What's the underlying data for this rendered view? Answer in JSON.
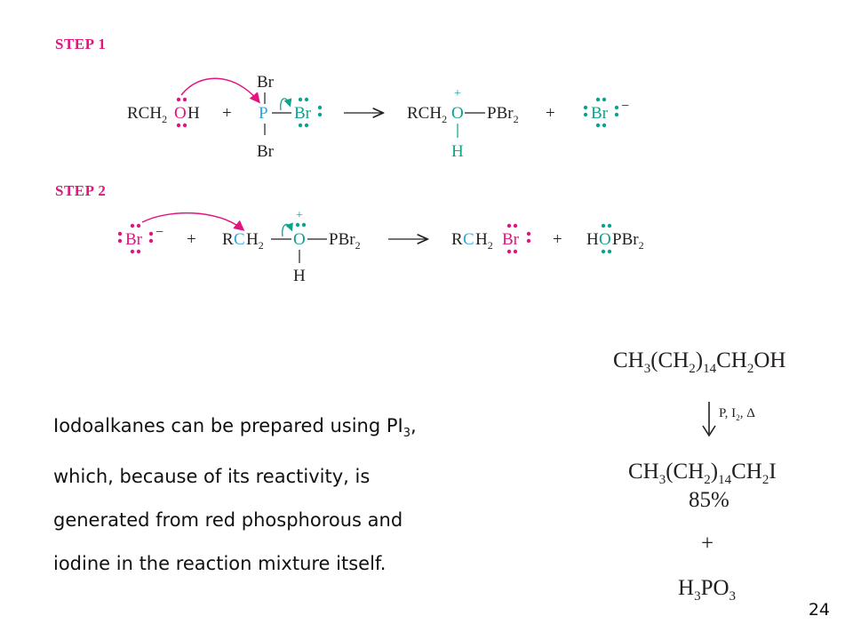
{
  "steps": {
    "step1_label": "STEP 1",
    "step2_label": "STEP 2"
  },
  "text_block": {
    "line1_pre": "Iodoalkanes can be prepared using PI",
    "line1_sub": "3",
    "line1_post": ",",
    "line2": "which, because of its reactivity, is",
    "line3": "generated from red phosphorous and",
    "line4": "iodine in the reaction mixture itself."
  },
  "reaction": {
    "reactant": "CH3(CH2)14CH2OH",
    "reagents": "P, I2, Δ",
    "product": "CH3(CH2)14CH2I",
    "yield": "85%",
    "plus": "+",
    "byproduct": "H3PO3"
  },
  "page_number": "24",
  "colors": {
    "pink": "#e2157f",
    "teal": "#0aa48c",
    "cyan": "#27a9e1"
  }
}
